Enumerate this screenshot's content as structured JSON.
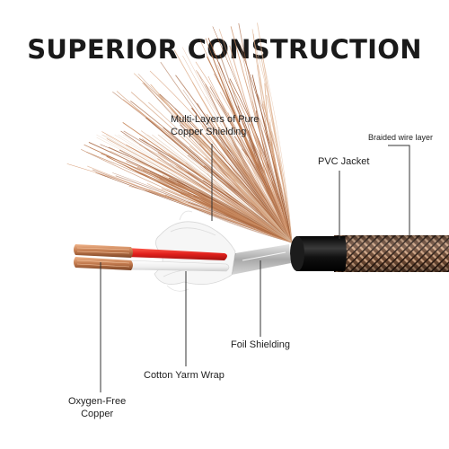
{
  "title": "SUPERIOR CONSTRUCTION",
  "labels": {
    "copper_shielding": {
      "line1": "Multi-Layers of Pure",
      "line2": "Copper Shielding"
    },
    "braided_wire_layer": "Braided wire layer",
    "pvc_jacket": "PVC Jacket",
    "foil_shielding": "Foil Shielding",
    "cotton_yarn_wrap": "Cotton Yarm Wrap",
    "oxygen_free_copper": {
      "line1": "Oxygen-Free",
      "line2": "Copper"
    }
  },
  "colors": {
    "title": "#1a1a1a",
    "copper": "#c8875a",
    "copper_dark": "#8a4e2c",
    "red_insulation": "#e0201c",
    "white_insulation": "#f4f4f4",
    "cotton": "#f2f2f2",
    "foil": "#b9b9b9",
    "pvc_jacket": "#151515",
    "braid_light": "#c59a7a",
    "braid_dark": "#3a2418",
    "leader_line": "#333333"
  }
}
